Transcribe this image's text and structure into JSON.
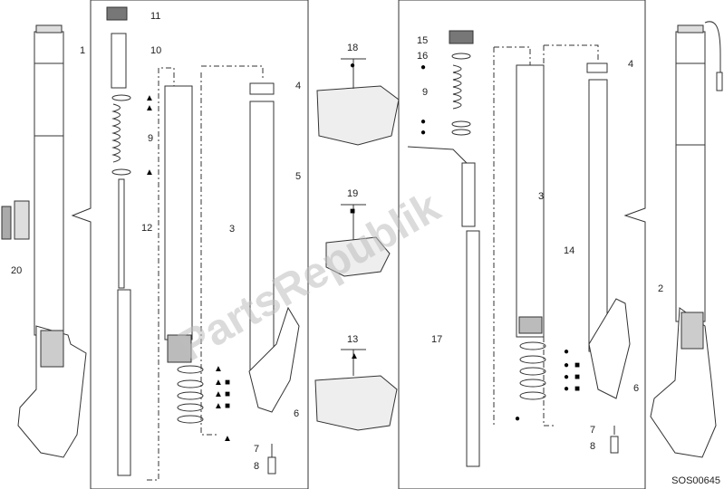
{
  "diagram": {
    "callouts": {
      "c1": "1",
      "c2": "2",
      "c3a": "3",
      "c3b": "3",
      "c4a": "4",
      "c4b": "4",
      "c5": "5",
      "c6a": "6",
      "c6b": "6",
      "c7a": "7",
      "c7b": "7",
      "c8a": "8",
      "c8b": "8",
      "c9a": "9",
      "c9b": "9",
      "c10": "10",
      "c11": "11",
      "c12": "12",
      "c13": "13",
      "c14": "14",
      "c15": "15",
      "c16": "16",
      "c17": "17",
      "c18": "18",
      "c19": "19",
      "c20": "20"
    },
    "symbols": {
      "triangle": "▲",
      "square": "■",
      "circle": "●"
    },
    "kit_markers": {
      "k18": "●",
      "k19": "■",
      "k13": "▲"
    },
    "watermark": "PartsRepublik",
    "drawing_code": "SOS00645"
  }
}
